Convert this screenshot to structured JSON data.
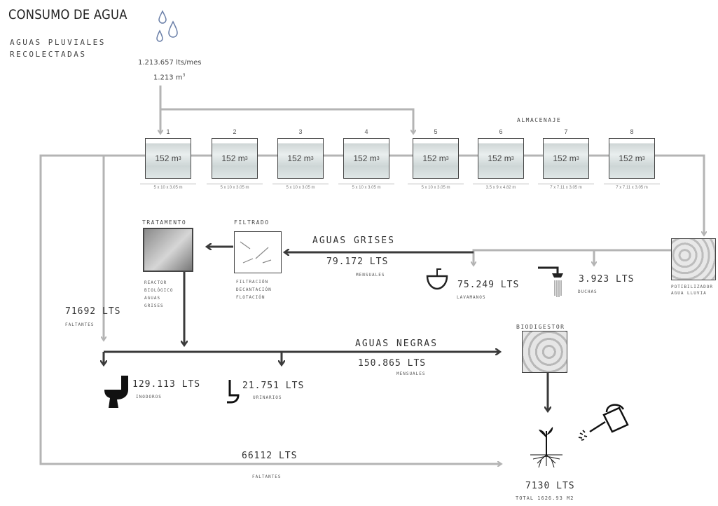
{
  "title": "CONSUMO DE AGUA",
  "subtitle_line1": "AGUAS PLUVIALES",
  "subtitle_line2": "RECOLECTADAS",
  "rain_volume_lts": "1.213.657 lts/mes",
  "rain_volume_m3": "1.213 m",
  "rain_volume_m3_sup": "3",
  "storage_label": "ALMACENAJE",
  "tanks": [
    {
      "num": "1",
      "cap": "152 m",
      "dim": "5 x 10 x 3.05 m"
    },
    {
      "num": "2",
      "cap": "152 m",
      "dim": "5 x 10 x 3.05 m"
    },
    {
      "num": "3",
      "cap": "152 m",
      "dim": "5 x 10 x 3.05 m"
    },
    {
      "num": "4",
      "cap": "152 m",
      "dim": "5 x 10 x 3.05 m"
    },
    {
      "num": "5",
      "cap": "152 m",
      "dim": "5 x 10 x 3.05 m"
    },
    {
      "num": "6",
      "cap": "152 m",
      "dim": "3.5 x 9 x 4.82 m"
    },
    {
      "num": "7",
      "cap": "152 m",
      "dim": "7 x 7.11 x 3.05 m"
    },
    {
      "num": "8",
      "cap": "152 m",
      "dim": "7 x 7.11 x 3.05 m"
    }
  ],
  "tank_sup": "3",
  "treatment": {
    "title": "TRATAMENTO",
    "desc": [
      "REACTOR",
      "BIOLÓGICO",
      "AGUAS",
      "GRISES"
    ]
  },
  "filter": {
    "title": "FILTRADO",
    "desc": [
      "FILTRACIÓN",
      "DECANTACIÓN",
      "FLOTACIÓN"
    ]
  },
  "grey": {
    "title": "AGUAS GRISES",
    "value": "79.172 LTS",
    "unit": "MENSUALES"
  },
  "lavamanos": {
    "value": "75.249 LTS",
    "label": "LAVAMANOS"
  },
  "duchas": {
    "value": "3.923 LTS",
    "label": "DUCHAS"
  },
  "potabilizador": {
    "line1": "POTIBILIZADOR",
    "line2": "AGUA LLUVIA"
  },
  "faltantes1": {
    "value": "71692 LTS",
    "label": "FALTANTES"
  },
  "black": {
    "title": "AGUAS NEGRAS",
    "value": "150.865 LTS",
    "unit": "MENSUALES"
  },
  "biodigestor": "BIODIGESTOR",
  "inodoros": {
    "value": "129.113 LTS",
    "label": "INODOROS"
  },
  "urinarios": {
    "value": "21.751 LTS",
    "label": "URINARIOS"
  },
  "faltantes2": {
    "value": "66112 LTS",
    "label": "FALTANTES"
  },
  "irrigation": {
    "value": "7130 LTS",
    "total": "TOTAL 1626.93 M2"
  },
  "colors": {
    "line_light": "#b4b4b4",
    "line_dark": "#3a3a3a",
    "tank_water": "#cfd6d6"
  }
}
